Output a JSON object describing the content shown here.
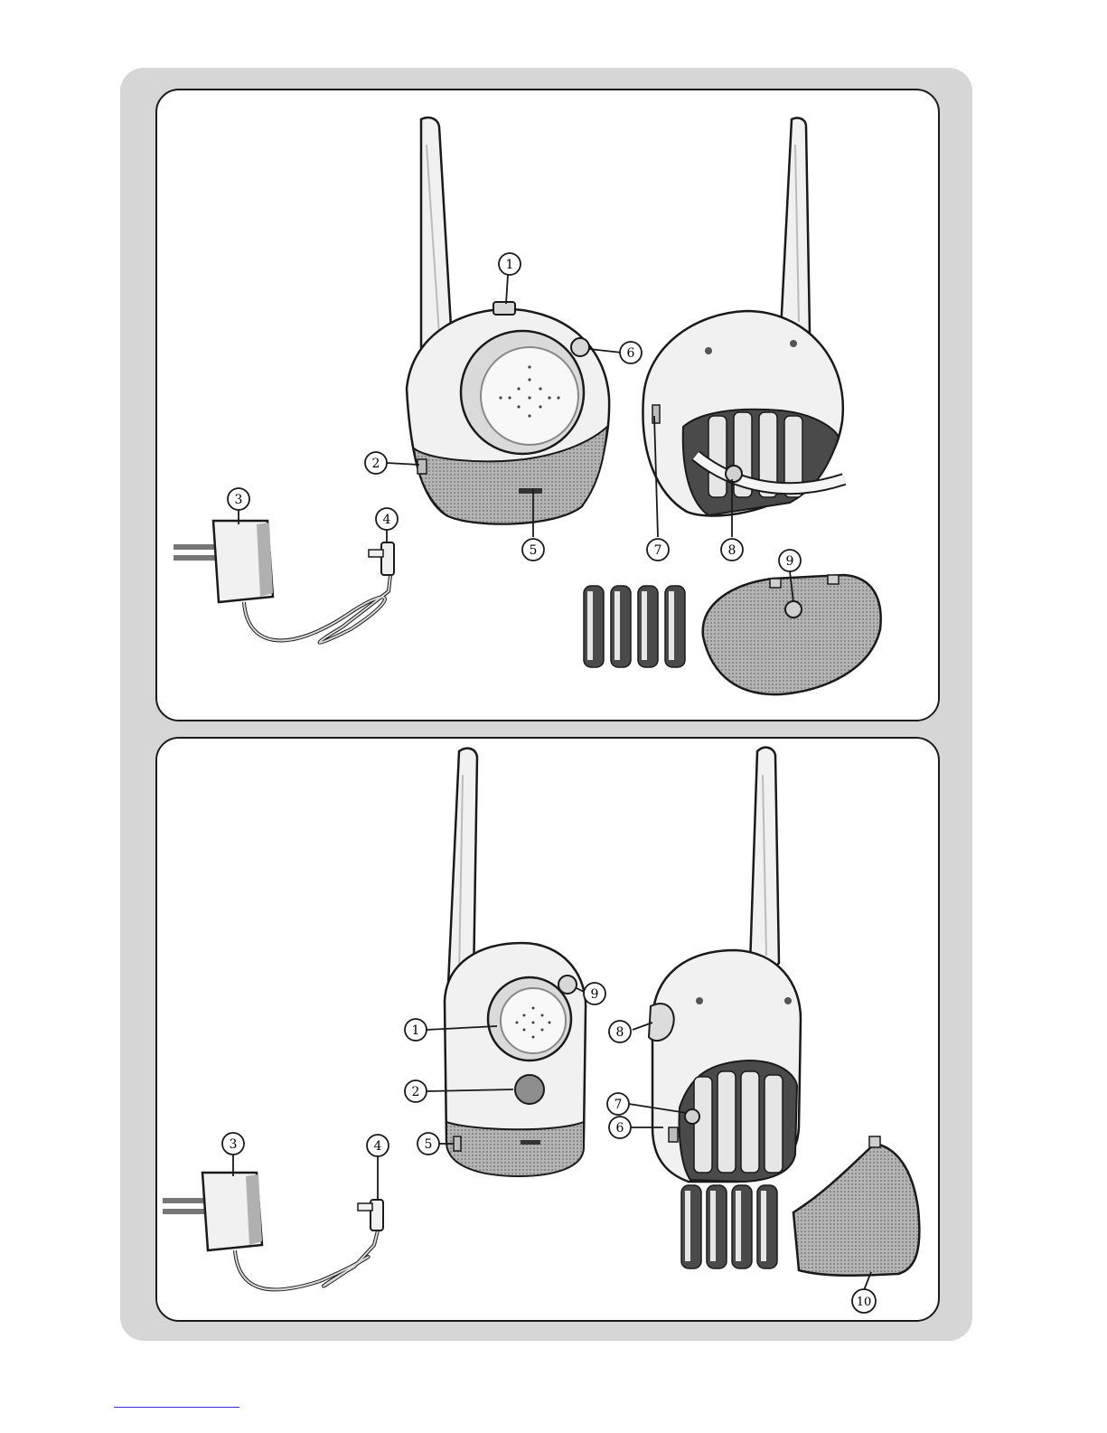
{
  "figures": [
    {
      "id": "baby-unit",
      "callouts": [
        "1",
        "2",
        "3",
        "4",
        "5",
        "6",
        "7",
        "8",
        "9"
      ]
    },
    {
      "id": "parent-unit",
      "callouts": [
        "1",
        "2",
        "3",
        "4",
        "5",
        "6",
        "7",
        "8",
        "9",
        "10"
      ]
    }
  ],
  "colors": {
    "sheet": "#d6d6d6",
    "outline": "#1a1a1a",
    "body_fill": "#f1f1f1",
    "shade_fill": "#9c9c9c",
    "footer_rule": "#3333cc"
  }
}
